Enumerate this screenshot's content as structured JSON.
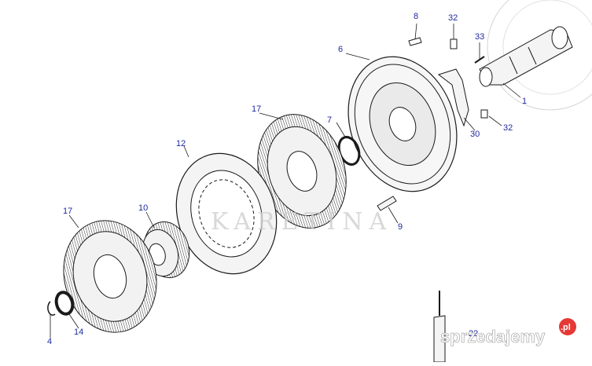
{
  "diagram": {
    "callouts": [
      "8",
      "32",
      "33",
      "6",
      "1",
      "7",
      "17",
      "30",
      "32",
      "12",
      "9",
      "10",
      "17",
      "4",
      "14",
      "22"
    ]
  },
  "watermark": {
    "text": "KARETINA"
  },
  "branding": {
    "site": "sprzedajemy",
    "badge": ".pl",
    "colors": {
      "badge": "#e53935",
      "text": "#ffffff"
    }
  },
  "colors": {
    "callout": "#1f2a9c",
    "line": "#1a1a1a",
    "fill": "#f2f2f2"
  }
}
